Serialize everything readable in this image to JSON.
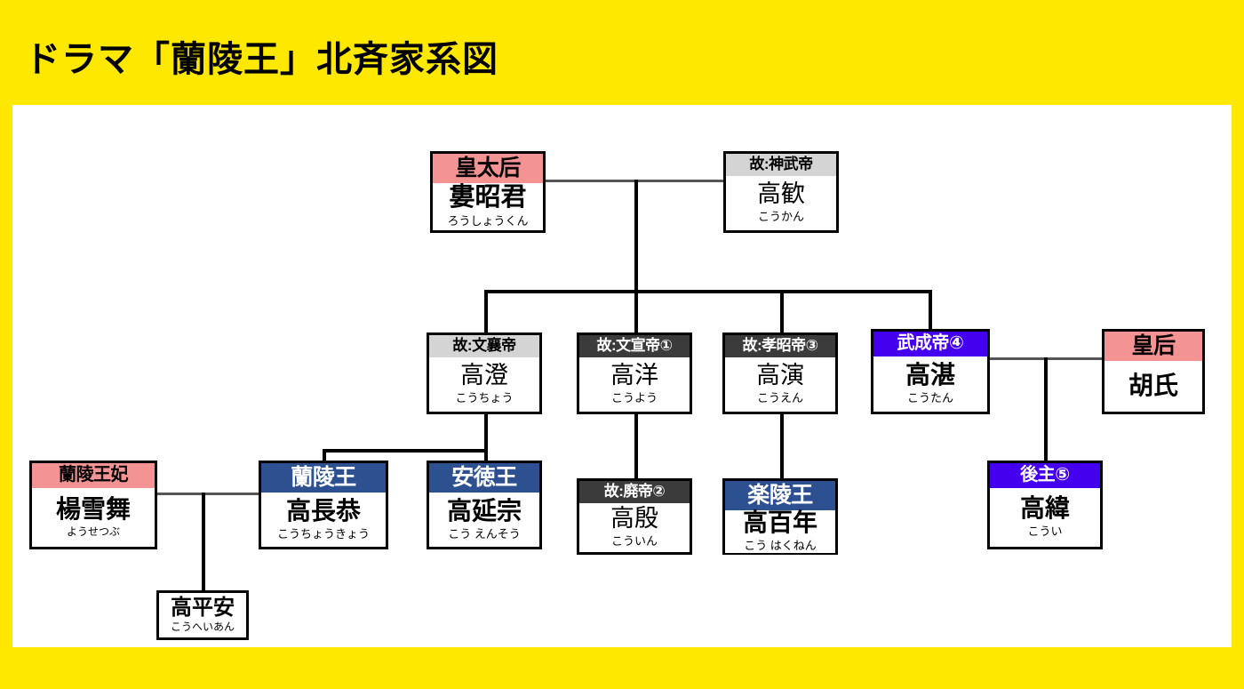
{
  "page": {
    "title": "ドラマ「蘭陵王」北斉家系図",
    "background_color": "#FFE800",
    "panel_color": "#FFFFFF"
  },
  "palette": {
    "pink": "#F49393",
    "gray": "#D4D4D4",
    "dark": "#3B3B3B",
    "navy": "#2D5091",
    "violet": "#4400EE",
    "line": "#000000"
  },
  "people": {
    "rou_shoukun": {
      "header": "皇太后",
      "name": "婁昭君",
      "kana": "ろうしょうくん",
      "header_color": "pink"
    },
    "koukan": {
      "header": "故:神武帝",
      "name": "高歓",
      "kana": "こうかん",
      "header_color": "gray"
    },
    "kouchou": {
      "header": "故:文襄帝",
      "name": "高澄",
      "kana": "こうちょう",
      "header_color": "gray"
    },
    "kouyou": {
      "header": "故:文宣帝①",
      "name": "高洋",
      "kana": "こうよう",
      "header_color": "dark"
    },
    "kouen": {
      "header": "故:孝昭帝③",
      "name": "高演",
      "kana": "こうえん",
      "header_color": "dark"
    },
    "koutan": {
      "header": "武成帝④",
      "name": "高湛",
      "kana": "こうたん",
      "header_color": "violet"
    },
    "koshi": {
      "header": "皇后",
      "name": "胡氏",
      "kana": "",
      "header_color": "pink"
    },
    "yousetsubu": {
      "header": "蘭陵王妃",
      "name": "楊雪舞",
      "kana": "ようせつぶ",
      "header_color": "pink"
    },
    "kouchoukyou": {
      "header": "蘭陵王",
      "name": "高長恭",
      "kana": "こうちょうきょう",
      "header_color": "navy"
    },
    "kouensou": {
      "header": "安徳王",
      "name": "高延宗",
      "kana": "こう えんそう",
      "header_color": "navy"
    },
    "kouin": {
      "header": "故:廃帝②",
      "name": "高殷",
      "kana": "こういん",
      "header_color": "dark"
    },
    "kouhakunen": {
      "header": "楽陵王",
      "name": "高百年",
      "kana": "こう はくねん",
      "header_color": "navy"
    },
    "koui": {
      "header": "後主⑤",
      "name": "高緯",
      "kana": "こうい",
      "header_color": "violet"
    },
    "kouheian": {
      "header": "",
      "name": "高平安",
      "kana": "こうへいあん",
      "header_color": "none"
    }
  }
}
